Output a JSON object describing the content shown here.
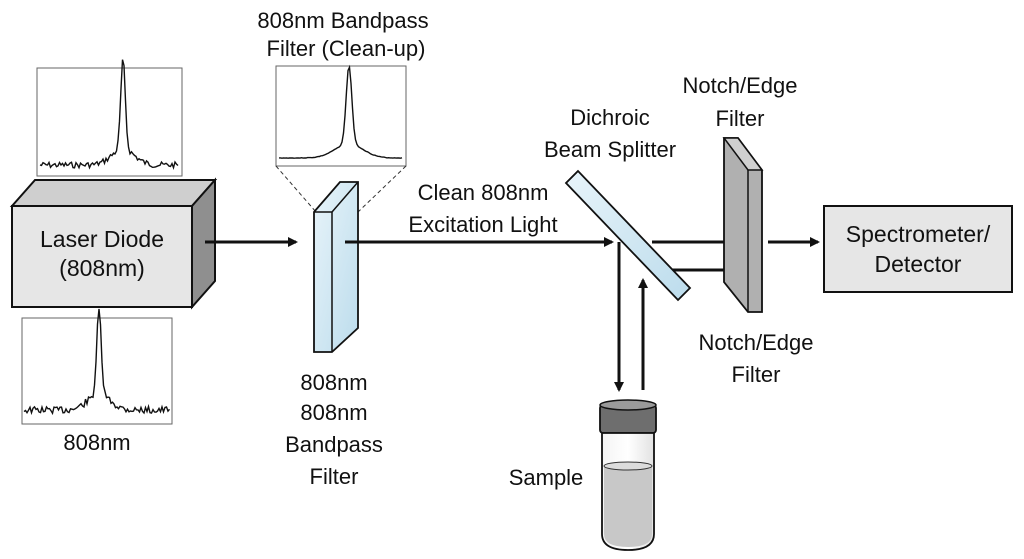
{
  "laser_diode": {
    "line1": "Laser Diode",
    "line2": "(808nm)"
  },
  "spectrum_top_laser": {},
  "spectrum_bottom_laser": {
    "label": "808nm"
  },
  "cleanup_filter": {
    "line1": "808nm Bandpass",
    "line2": "Filter (Clean-up)"
  },
  "bandpass_filter_label": {
    "line1": "808nm",
    "line2": "808nm",
    "line3": "Bandpass",
    "line4": "Filter"
  },
  "excitation_light": {
    "line1": "Clean 808nm",
    "line2": "Excitation Light"
  },
  "dichroic": {
    "line1": "Dichroic",
    "line2": "Beam Splitter"
  },
  "notch_top": {
    "line1": "Notch/Edge",
    "line2": "Filter"
  },
  "notch_bottom": {
    "line1": "Notch/Edge",
    "line2": "Filter"
  },
  "spectrometer": {
    "line1": "Spectrometer/",
    "line2": "Detector"
  },
  "sample": {
    "label": "Sample"
  },
  "colors": {
    "filter_glass": "#cfe6f2",
    "box_fill": "#e6e6e6",
    "box_side": "#9a9a9a",
    "notch_fill": "#9e9e9e",
    "liquid": "#c8c8c8"
  }
}
